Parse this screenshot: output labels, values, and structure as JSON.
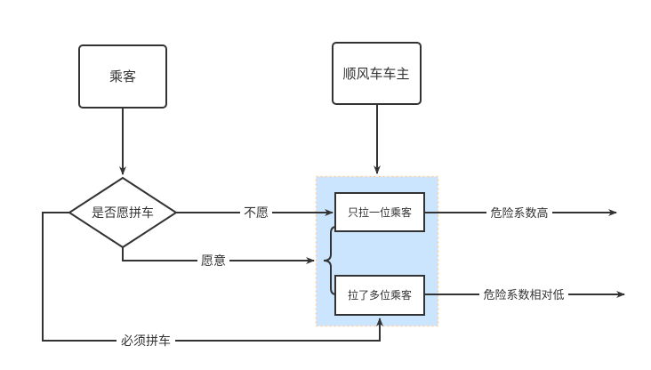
{
  "nodes": {
    "passenger": "乘客",
    "driver": "顺风车车主",
    "decision": "是否愿拼车",
    "single": "只拉一位乘客",
    "multi": "拉了多位乘客"
  },
  "edges": {
    "unwilling": "不愿",
    "willing": "愿意",
    "must": "必须拼车",
    "risk_high": "危险系数高",
    "risk_low": "危险系数相对低"
  },
  "colors": {
    "stroke": "#333333",
    "container_fill": "#cce5ff",
    "container_border": "#ffcc99"
  }
}
